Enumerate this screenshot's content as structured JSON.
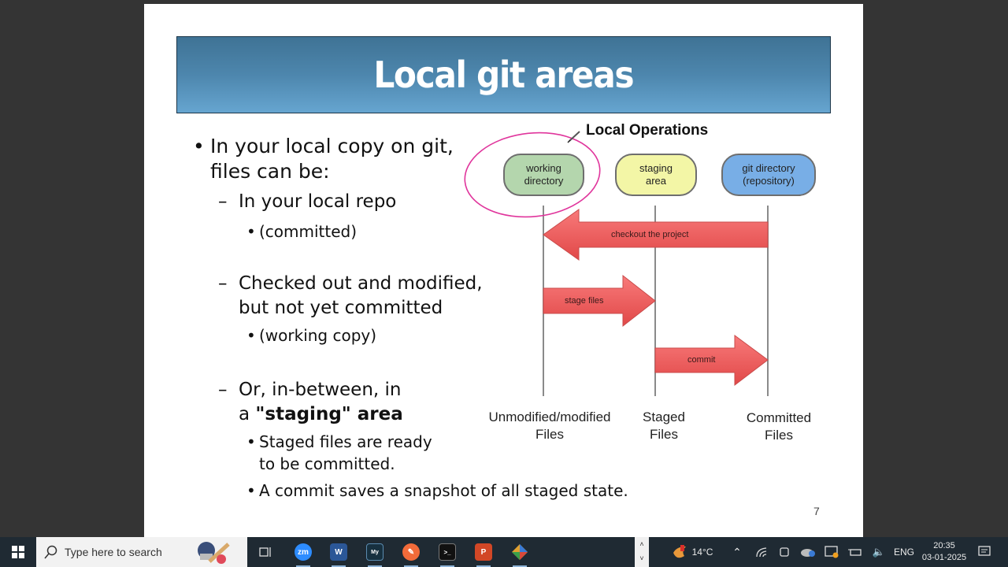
{
  "slide": {
    "title": "Local git areas",
    "page_number": "7",
    "bullets": {
      "l1": [
        "In your local copy on git,",
        "files can be:"
      ],
      "a_dash": "In your local repo",
      "a_sub": "(committed)",
      "b_dash": [
        "Checked out and modified,",
        "but not yet committed"
      ],
      "b_sub": "(working copy)",
      "c_dash_line1": "Or, in-between, in",
      "c_dash_line2_pre": "a ",
      "c_dash_line2_bold": "\"staging\" area",
      "c_sub1": [
        "Staged files are ready",
        "to be committed."
      ],
      "c_sub2": "A commit saves a snapshot of all staged state."
    },
    "diagram": {
      "title": "Local Operations",
      "nodes": [
        {
          "label": [
            "working",
            "directory"
          ],
          "color": "#b4d6ad"
        },
        {
          "label": [
            "staging",
            "area"
          ],
          "color": "#f3f6a6"
        },
        {
          "label": [
            "git directory",
            "(repository)"
          ],
          "color": "#78aee6"
        }
      ],
      "arrows": [
        {
          "label": "checkout the project",
          "from": "git directory",
          "to": "working directory"
        },
        {
          "label": "stage files",
          "from": "working directory",
          "to": "staging area"
        },
        {
          "label": "commit",
          "from": "staging area",
          "to": "git directory"
        }
      ],
      "columns": [
        [
          "Unmodified/modified",
          "Files"
        ],
        [
          "Staged",
          "Files"
        ],
        [
          "Committed",
          "Files"
        ]
      ],
      "arrow_color": "#ef5f5f",
      "annotation_color": "#e0359c"
    }
  },
  "taskbar": {
    "search_placeholder": "Type here to search",
    "apps": [
      "task-view",
      "zoom",
      "word",
      "mysql",
      "postman",
      "terminal",
      "powerpoint",
      "git-gui"
    ],
    "weather": "14°C",
    "language": "ENG",
    "time": "20:35",
    "date": "03-01-2025"
  }
}
